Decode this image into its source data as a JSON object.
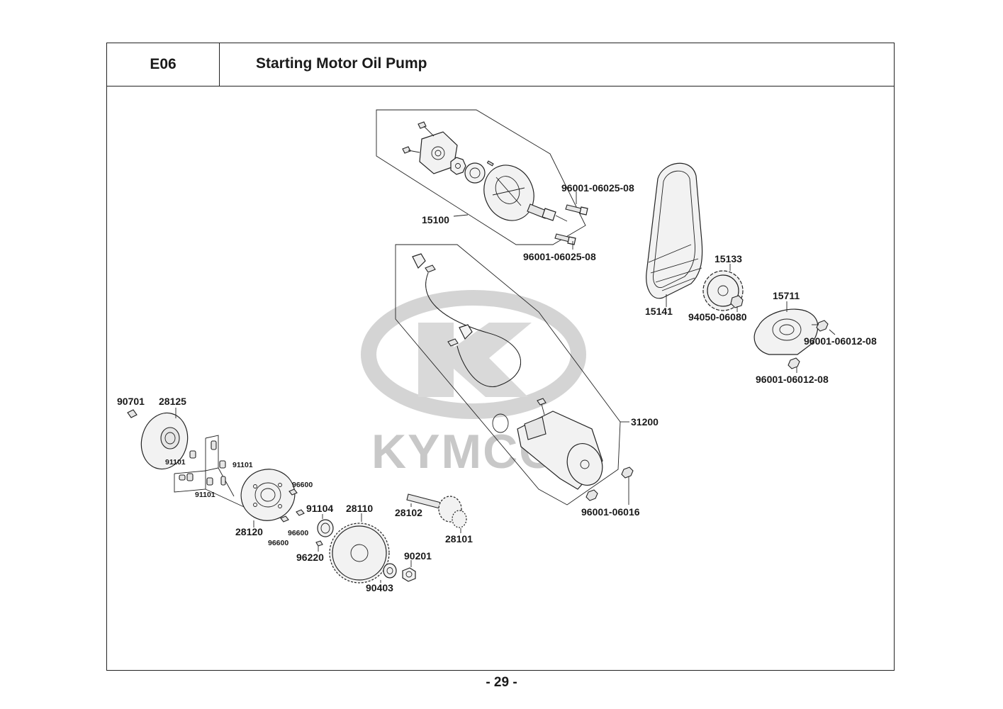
{
  "header": {
    "section_code": "E06",
    "title": "Starting Motor  Oil Pump"
  },
  "watermark": {
    "brand": "KYMCO"
  },
  "callouts": {
    "oil_pump_assy": "15100",
    "bolt_pump_upper": "96001-06025-08",
    "bolt_pump_lower": "96001-06025-08",
    "drive_chain": "15141",
    "sprocket": "15133",
    "sprocket_nut": "94050-06080",
    "pump_plate": "15711",
    "plate_bolt_right": "96001-06012-08",
    "plate_bolt_lower": "96001-06012-08",
    "starting_motor": "31200",
    "motor_bolt": "96001-06016",
    "key": "90701",
    "clutch_plate": "28125",
    "roller_a": "91101",
    "roller_b": "91101",
    "roller_c": "91101",
    "clutch_outer": "28120",
    "bolt_96600_a": "96600",
    "bolt_96600_b": "96600",
    "bolt_96600_c": "96600",
    "needle_bearing": "91104",
    "starter_gear": "28110",
    "pin": "96220",
    "idle_shaft": "28102",
    "idle_gear": "28101",
    "washer": "90403",
    "nut": "90201"
  },
  "footer": {
    "page_number": "- 29 -"
  }
}
